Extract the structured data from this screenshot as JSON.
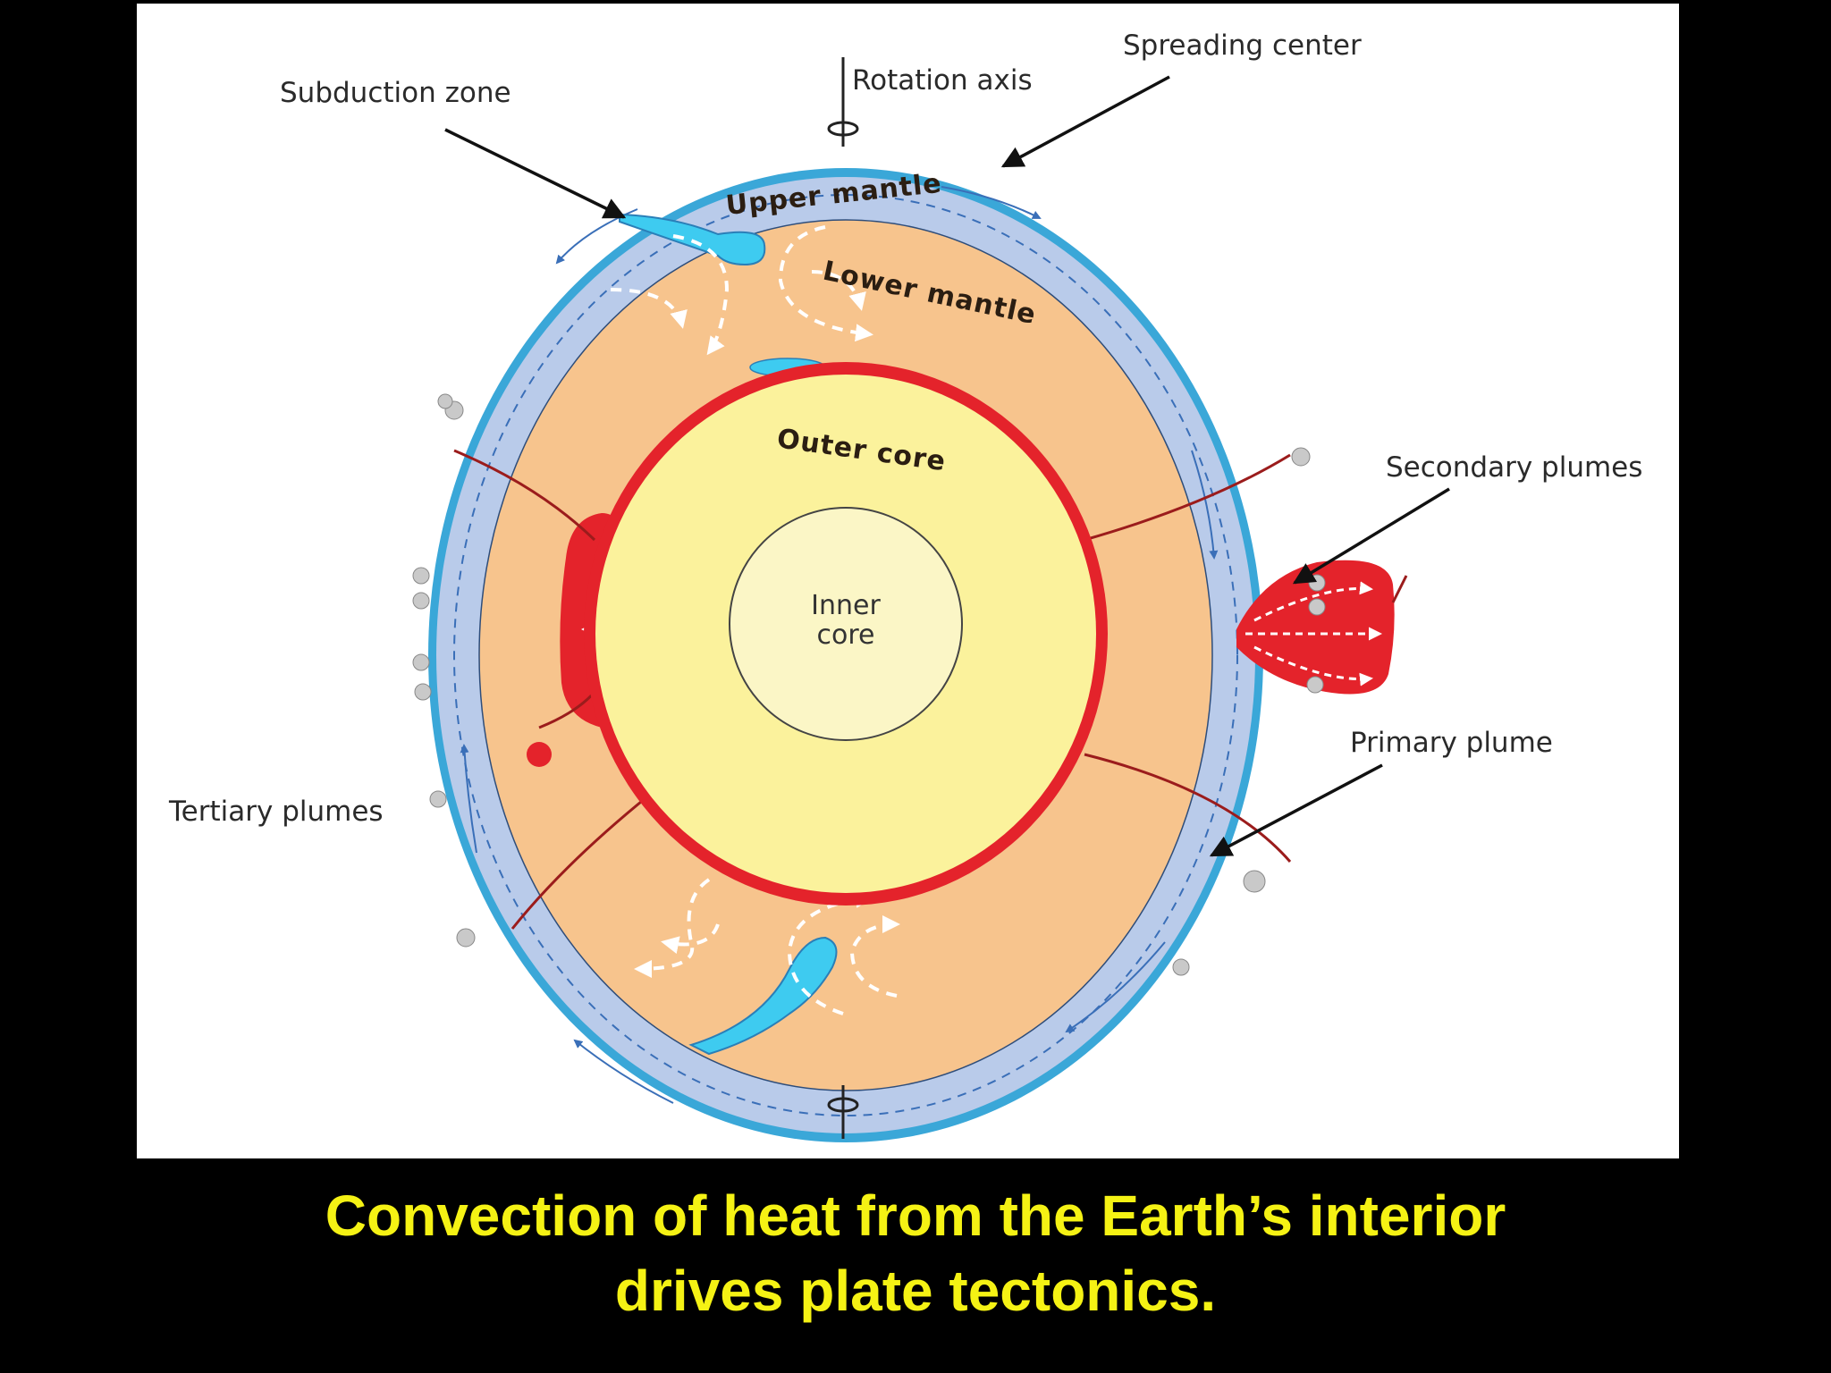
{
  "diagram": {
    "labels": {
      "spreading_center": "Spreading center",
      "rotation_axis": "Rotation axis",
      "subduction_zone": "Subduction zone",
      "upper_mantle": "Upper mantle",
      "lower_mantle": "Lower mantle",
      "outer_core": "Outer core",
      "inner_core_line1": "Inner",
      "inner_core_line2": "core",
      "secondary_plumes": "Secondary plumes",
      "primary_plume": "Primary plume",
      "tertiary_plumes": "Tertiary plumes"
    },
    "colors": {
      "crust_blue": "#3aa7d8",
      "upper_mantle": "#b9cbea",
      "lower_mantle": "#f7c48d",
      "core_boundary_red": "#e4232b",
      "outer_core": "#fbf29c",
      "inner_core": "#fbf6c6",
      "caption_yellow": "#f5f214"
    }
  },
  "caption": {
    "line1": "Convection of heat from the Earth’s interior",
    "line2": "drives plate tectonics."
  }
}
